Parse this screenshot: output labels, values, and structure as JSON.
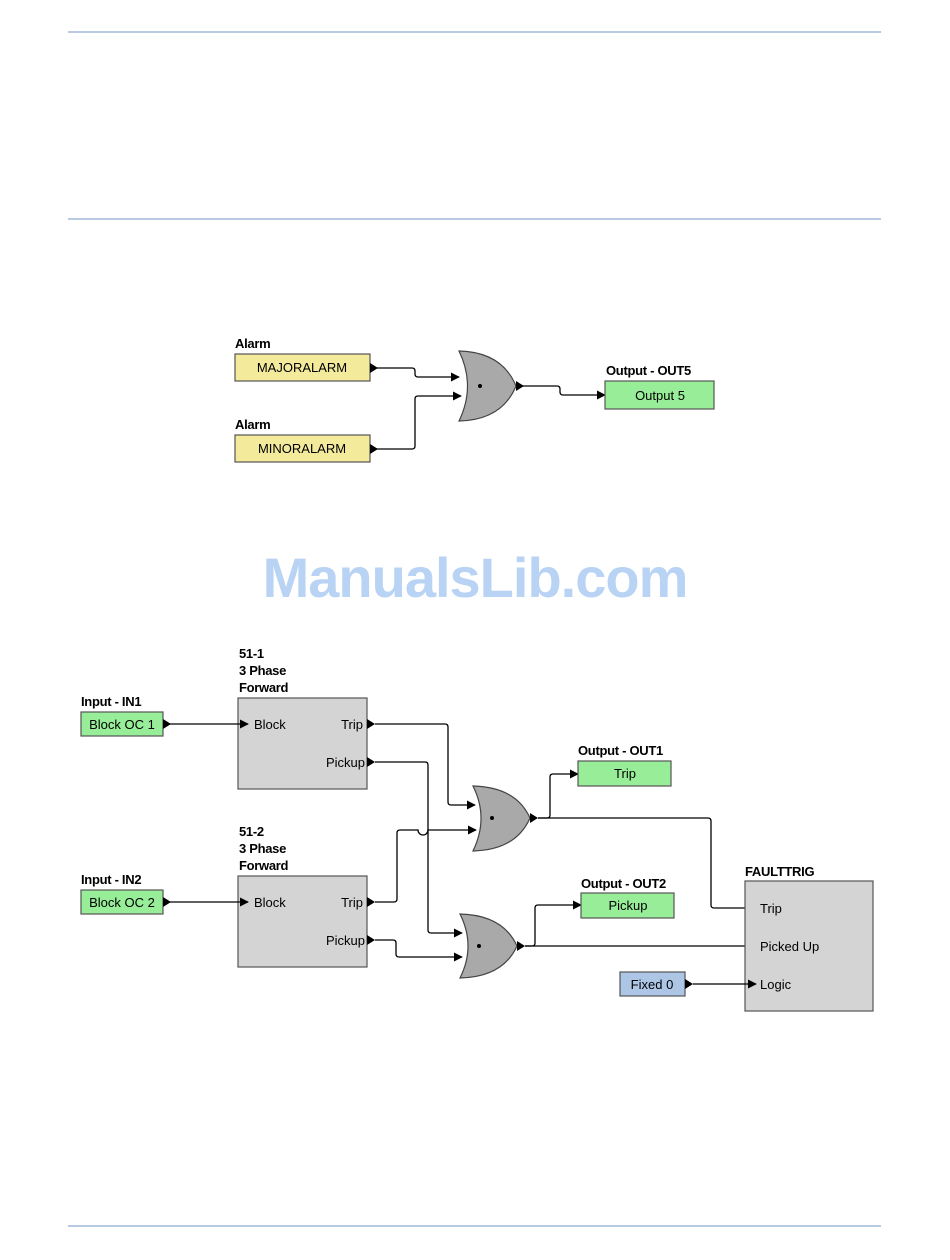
{
  "watermark": "ManualsLib.com",
  "diagram1": {
    "alarm_major": {
      "header": "Alarm",
      "label": "MAJORALARM"
    },
    "alarm_minor": {
      "header": "Alarm",
      "label": "MINORALARM"
    },
    "output5": {
      "header": "Output - OUT5",
      "label": "Output 5"
    }
  },
  "diagram2": {
    "input1": {
      "header": "Input - IN1",
      "label": "Block OC 1"
    },
    "input2": {
      "header": "Input - IN2",
      "label": "Block OC 2"
    },
    "element51_1": {
      "header1": "51-1",
      "header2": "3 Phase",
      "header3": "Forward",
      "in_block": "Block",
      "out_trip": "Trip",
      "out_pickup": "Pickup"
    },
    "element51_2": {
      "header1": "51-2",
      "header2": "3 Phase",
      "header3": "Forward",
      "in_block": "Block",
      "out_trip": "Trip",
      "out_pickup": "Pickup"
    },
    "output1": {
      "header": "Output - OUT1",
      "label": "Trip"
    },
    "output2": {
      "header": "Output - OUT2",
      "label": "Pickup"
    },
    "faulttrig": {
      "header": "FAULTTRIG",
      "in_trip": "Trip",
      "in_picked_up": "Picked Up",
      "in_logic": "Logic"
    },
    "fixed0": {
      "label": "Fixed 0"
    }
  },
  "colors": {
    "alarm_fill": "#f4ea9c",
    "output_fill": "#98ee98",
    "block_fill": "#d4d4d4",
    "gate_fill": "#a9a9a9",
    "fixed_fill": "#aec6e6",
    "rule": "#b9cbe2",
    "watermark": "#b8d3f3"
  }
}
